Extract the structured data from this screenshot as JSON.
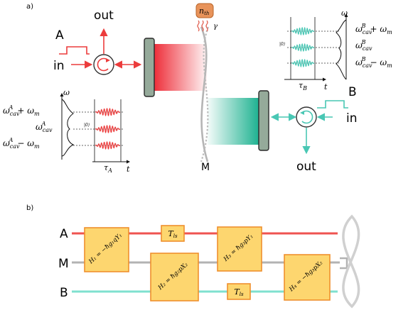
{
  "panel_a": {
    "label": "a)",
    "port_A": {
      "name": "A",
      "in": "in",
      "out": "out"
    },
    "port_B": {
      "name": "B",
      "in": "in",
      "out": "out"
    },
    "thermal_bath": {
      "label": "n_th",
      "coupling": "γ"
    },
    "membrane_label": "M",
    "spectrum_A": {
      "axis_y": "ω",
      "axis_x": "t",
      "tau": "τ_A",
      "ket": "|0⟩",
      "levels": [
        "ω^A_cav + ω_m",
        "ω^A_cav",
        "ω^A_cav − ω_m"
      ]
    },
    "spectrum_B": {
      "axis_y": "ω",
      "axis_x": "t",
      "tau": "τ_B",
      "ket": "|0⟩",
      "levels": [
        "ω^B_cav + ω_m",
        "ω^B_cav",
        "ω^B_cav − ω_m"
      ]
    },
    "colors": {
      "A": "#ec3c3c",
      "B": "#49c7b4",
      "mirror": "#95aa9a",
      "bath": "#e8935a"
    }
  },
  "panel_b": {
    "label": "b)",
    "rails": [
      "A",
      "M",
      "B"
    ],
    "gates": [
      {
        "id": "H1",
        "text": "H₁ = −ħg₁qY₁"
      },
      {
        "id": "Tls1",
        "text": "T_ls"
      },
      {
        "id": "H2",
        "text": "H₂ = ħg₂pX₂"
      },
      {
        "id": "H3",
        "text": "H₃ = ħg₃pY₁"
      },
      {
        "id": "Tls2",
        "text": "T_ls"
      },
      {
        "id": "H4",
        "text": "H₄ = −ħg₃pX₂"
      }
    ],
    "colors": {
      "gate_fill": "#fdd66f",
      "gate_stroke": "#ef8f2e",
      "rail_A": "#ef5350",
      "rail_M": "#b3b3b3",
      "rail_B": "#7fe0cf"
    }
  }
}
